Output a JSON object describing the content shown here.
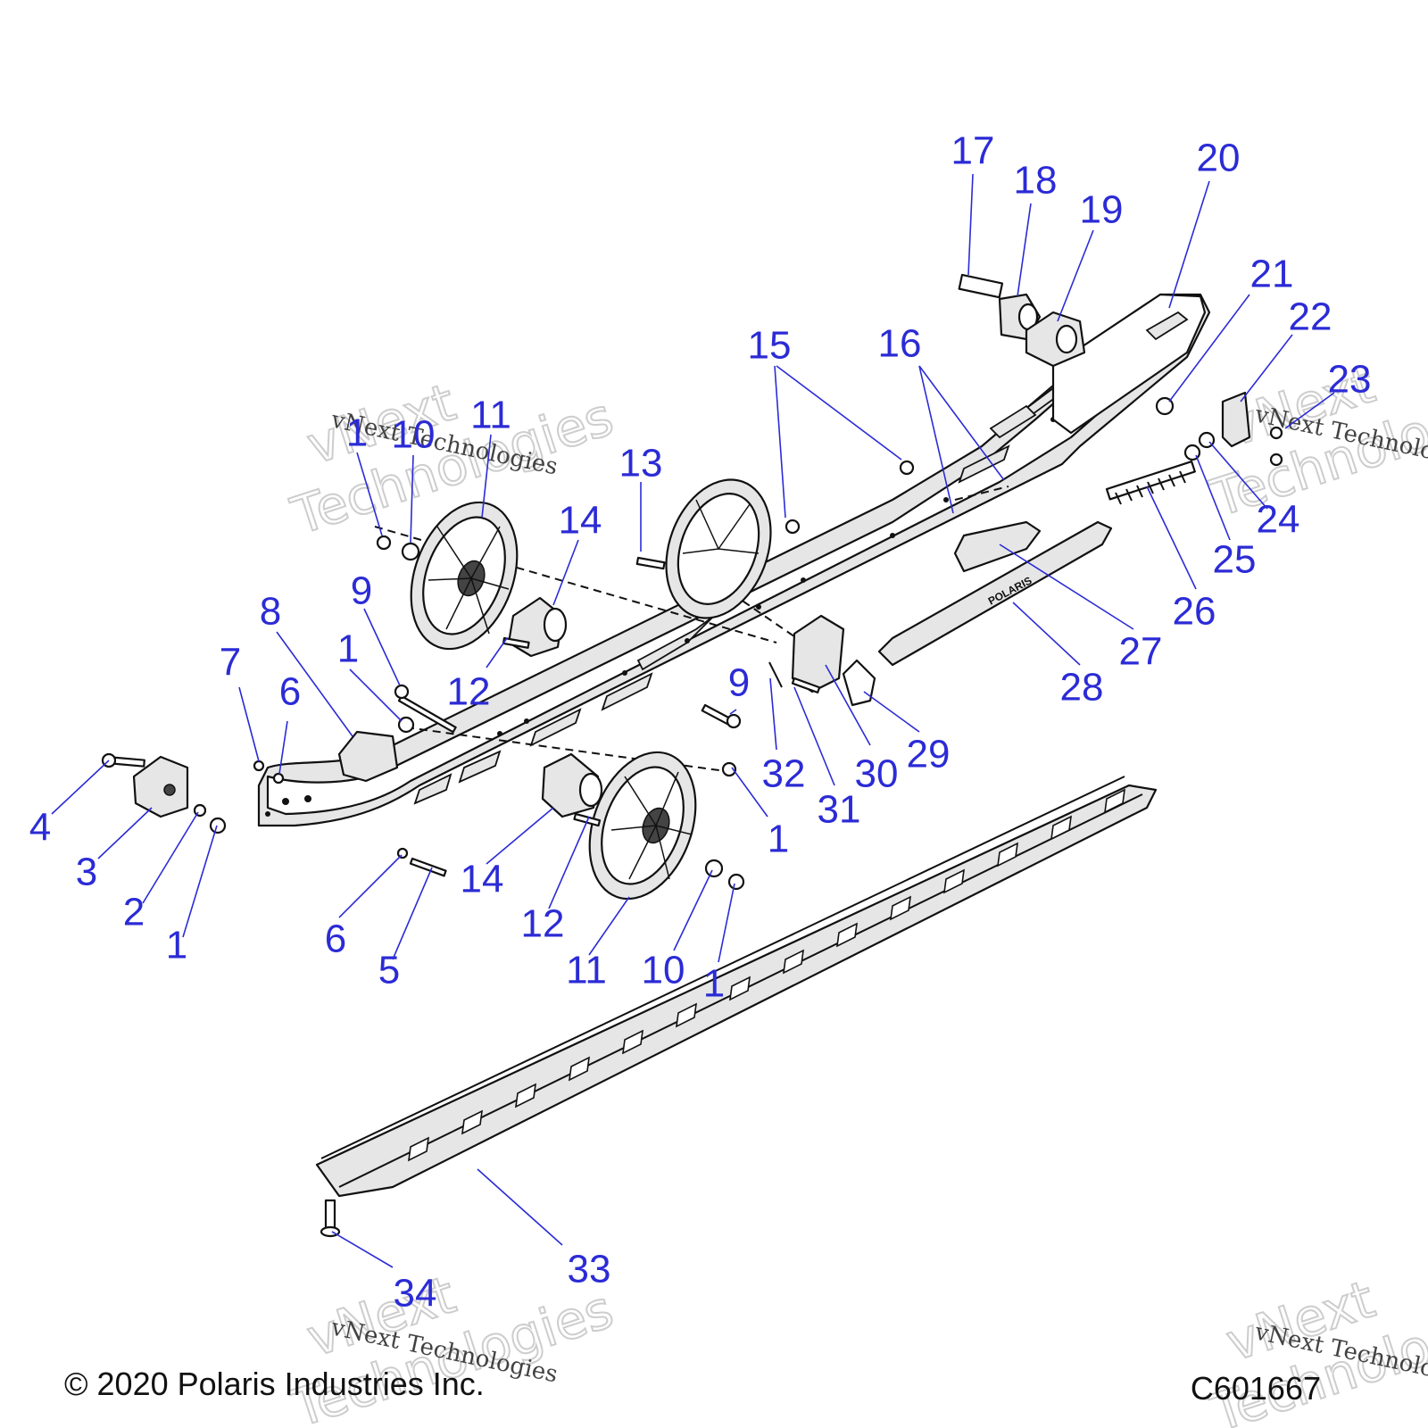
{
  "diagram": {
    "callouts": [
      {
        "id": "c17",
        "text": "17"
      },
      {
        "id": "c18",
        "text": "18"
      },
      {
        "id": "c19",
        "text": "19"
      },
      {
        "id": "c20",
        "text": "20"
      },
      {
        "id": "c21",
        "text": "21"
      },
      {
        "id": "c22",
        "text": "22"
      },
      {
        "id": "c23",
        "text": "23"
      },
      {
        "id": "c24",
        "text": "24"
      },
      {
        "id": "c25",
        "text": "25"
      },
      {
        "id": "c26",
        "text": "26"
      },
      {
        "id": "c27",
        "text": "27"
      },
      {
        "id": "c28",
        "text": "28"
      },
      {
        "id": "c29",
        "text": "29"
      },
      {
        "id": "c30",
        "text": "30"
      },
      {
        "id": "c31",
        "text": "31"
      },
      {
        "id": "c32",
        "text": "32"
      },
      {
        "id": "c15",
        "text": "15"
      },
      {
        "id": "c16",
        "text": "16"
      },
      {
        "id": "c13",
        "text": "13"
      },
      {
        "id": "c14a",
        "text": "14"
      },
      {
        "id": "c11a",
        "text": "11"
      },
      {
        "id": "c10a",
        "text": "10"
      },
      {
        "id": "c1a",
        "text": "1"
      },
      {
        "id": "c9a",
        "text": "9"
      },
      {
        "id": "c12a",
        "text": "12"
      },
      {
        "id": "c8",
        "text": "8"
      },
      {
        "id": "c7",
        "text": "7"
      },
      {
        "id": "c6a",
        "text": "6"
      },
      {
        "id": "c1b",
        "text": "1"
      },
      {
        "id": "c9b",
        "text": "9"
      },
      {
        "id": "c1c",
        "text": "1"
      },
      {
        "id": "c4",
        "text": "4"
      },
      {
        "id": "c3",
        "text": "3"
      },
      {
        "id": "c2",
        "text": "2"
      },
      {
        "id": "c1d",
        "text": "1"
      },
      {
        "id": "c6b",
        "text": "6"
      },
      {
        "id": "c5",
        "text": "5"
      },
      {
        "id": "c14b",
        "text": "14"
      },
      {
        "id": "c12b",
        "text": "12"
      },
      {
        "id": "c11b",
        "text": "11"
      },
      {
        "id": "c10b",
        "text": "10"
      },
      {
        "id": "c1e",
        "text": "1"
      },
      {
        "id": "c33",
        "text": "33"
      },
      {
        "id": "c34",
        "text": "34"
      }
    ],
    "brand_text": "POLARIS",
    "watermark": {
      "small": "vNext Technologies",
      "big_line1": "vNext",
      "big_line2": "Technologies"
    }
  },
  "footer": {
    "copyright": "© 2020 Polaris Industries Inc.",
    "figure_id": "C601667"
  },
  "colors": {
    "callout": "#2b2bd6",
    "line_art": "#111111",
    "fill": "#e6e6e6"
  }
}
